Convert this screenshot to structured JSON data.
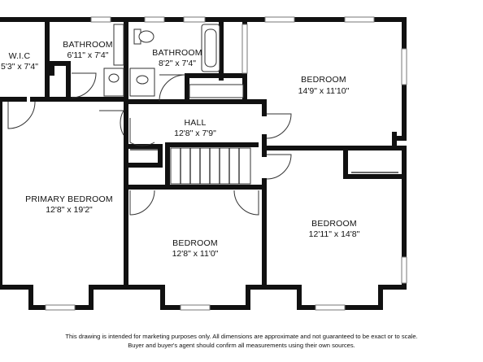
{
  "rooms": {
    "wic": {
      "name": "W.I.C",
      "dims": "5'3\" x 7'4\""
    },
    "bath1": {
      "name": "BATHROOM",
      "dims": "6'11\" x 7'4\""
    },
    "bath2": {
      "name": "BATHROOM",
      "dims": "8'2\" x 7'4\""
    },
    "bedroom_top": {
      "name": "BEDROOM",
      "dims": "14'9\" x 11'10\""
    },
    "hall": {
      "name": "HALL",
      "dims": "12'8\" x 7'9\""
    },
    "primary": {
      "name": "PRIMARY BEDROOM",
      "dims": "12'8\" x 19'2\""
    },
    "bedroom_right": {
      "name": "BEDROOM",
      "dims": "12'11\" x 14'8\""
    },
    "bedroom_bottom": {
      "name": "BEDROOM",
      "dims": "12'8\" x 11'0\""
    }
  },
  "disclaimer": {
    "line1": "This drawing is intended for marketing purposes only. All dimensions are approximate and not guaranteed to be exact or to scale.",
    "line2": "Buyer and buyer's agent should confirm all measurements using their own sources."
  }
}
